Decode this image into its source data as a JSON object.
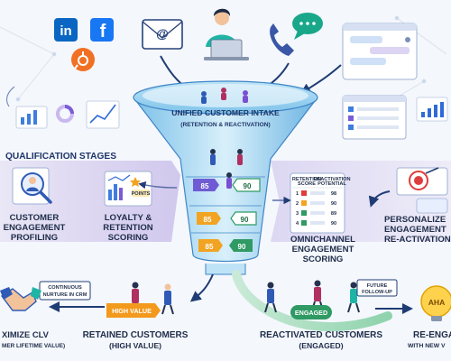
{
  "diagram": {
    "funnel": {
      "title_line1": "UNIFIED CUSTOMER INTAKE",
      "title_line2": "(RETENTION & REACTIVATION)",
      "left_scores": [
        "85",
        "85",
        "85"
      ],
      "right_scores": [
        "90",
        "90",
        "90"
      ]
    },
    "channels": {
      "linkedin": "in",
      "facebook": "f",
      "email": "@"
    },
    "section_heading": "QUALIFICATION STAGES",
    "stages": {
      "profiling": {
        "line1": "CUSTOMER",
        "line2": "ENGAGEMENT",
        "line3": "PROFILING"
      },
      "loyalty": {
        "line1": "LOYALTY &",
        "line2": "RETENTION",
        "line3": "SCORING",
        "points_label": "POINTS"
      },
      "omnichannel": {
        "line1": "OMNICHANNEL",
        "line2": "ENGAGEMENT",
        "line3": "SCORING"
      },
      "personalized": {
        "line1": "PERSONALIZE",
        "line2": "ENGAGEMENT",
        "line3": "RE-ACTIVATION"
      }
    },
    "score_table": {
      "col1": "RETENTION",
      "col1b": "SCORE",
      "col2": "REACTIVATION",
      "col2b": "POTENTIAL",
      "rows": [
        {
          "rank": "1",
          "value": "98"
        },
        {
          "rank": "2",
          "value": "90"
        },
        {
          "rank": "3",
          "value": "89"
        },
        {
          "rank": "4",
          "value": "90"
        }
      ]
    },
    "tags": {
      "high_value": "HIGH VALUE",
      "engaged": "ENGAGED",
      "continuous_line1": "CONTINUOUS",
      "continuous_line2": "NURTURE IN CRM",
      "future_line1": "FUTURE",
      "future_line2": "FOLLOW-UP",
      "aha": "AHA"
    },
    "outcomes": {
      "clv_line1": "XIMIZE CLV",
      "clv_line2": "MER LIFETIME VALUE)",
      "retained_line1": "RETAINED CUSTOMERS",
      "retained_line2": "(HIGH VALUE)",
      "reactivated_line1": "REACTIVATED CUSTOMERS",
      "reactivated_line2": "(ENGAGED)",
      "reengage_line1": "RE-ENGA",
      "reengage_line2": "WITH NEW V"
    }
  }
}
